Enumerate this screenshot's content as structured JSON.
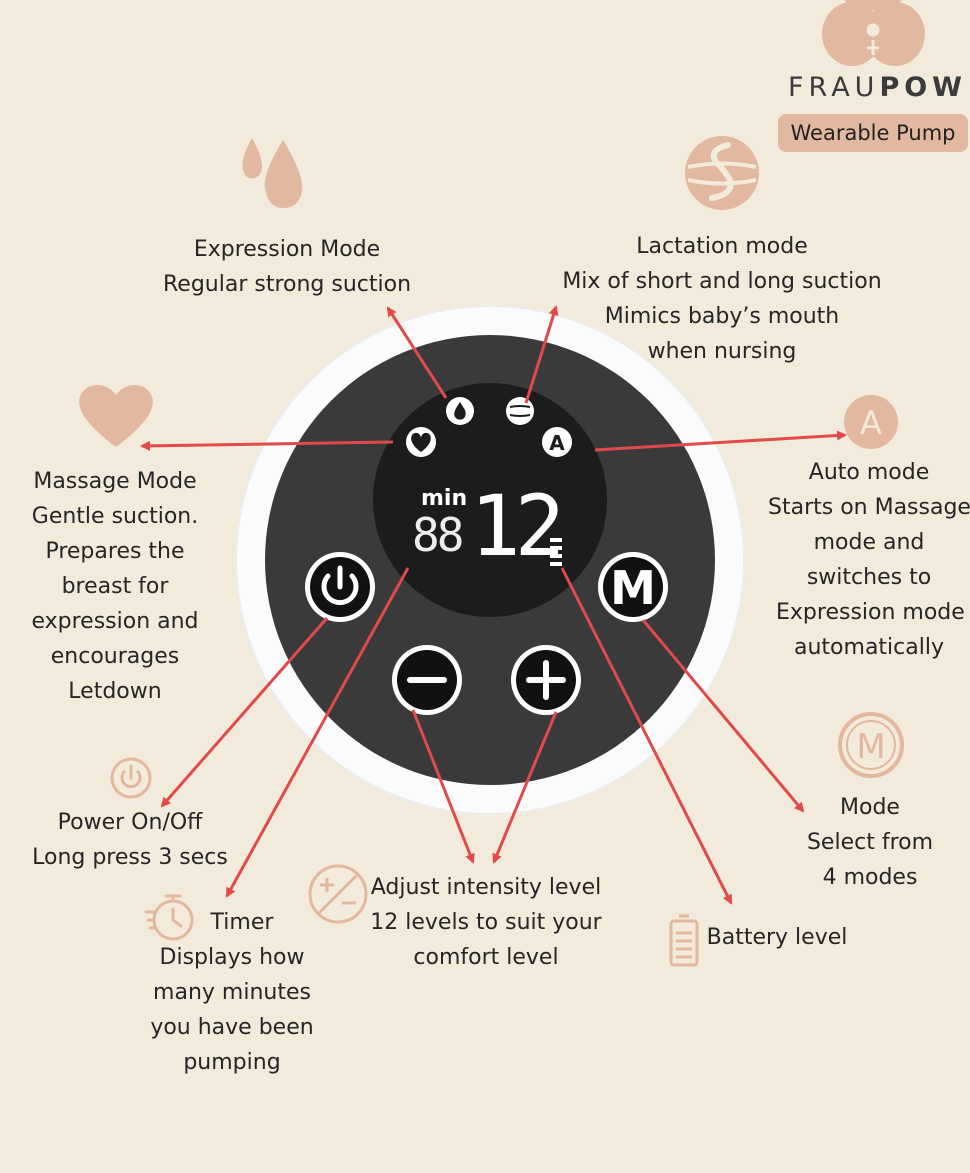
{
  "brand": {
    "name_light": "FRAU",
    "name_bold": "POW",
    "product_badge": "Wearable Pump"
  },
  "device": {
    "timer_label": "min",
    "timer_dim_digits": "88",
    "timer_value": "12"
  },
  "annotations": {
    "expression": [
      "Expression Mode",
      "Regular strong suction"
    ],
    "lactation": [
      "Lactation mode",
      "Mix of short and long suction",
      "Mimics baby’s mouth",
      "when nursing"
    ],
    "massage": [
      "Massage Mode",
      "Gentle suction.",
      "Prepares the",
      "breast for",
      "expression and",
      "encourages",
      "Letdown"
    ],
    "auto": [
      "Auto mode",
      "Starts on Massage",
      "mode and",
      "switches to",
      "Expression mode",
      "automatically"
    ],
    "power": [
      "Power On/Off",
      "Long press 3 secs"
    ],
    "mode": [
      "Mode",
      "Select from",
      "4 modes"
    ],
    "intensity": [
      "Adjust intensity level",
      "12 levels to suit your",
      "comfort level"
    ],
    "timer": [
      "Timer",
      "Displays how",
      "many minutes",
      "you have been",
      "pumping"
    ],
    "battery": [
      "Battery level"
    ]
  },
  "colors": {
    "background": "#f2eadb",
    "accent_peach": "#e3b8a1",
    "arrow_red": "#e04a4a",
    "device_face": "#3a3a3a"
  },
  "icons": [
    "butterfly-logo-icon",
    "drops-icon",
    "lactation-swirl-icon",
    "heart-icon",
    "auto-a-icon",
    "power-icon",
    "m-mode-icon",
    "plus-minus-icon",
    "timer-icon",
    "battery-icon"
  ]
}
